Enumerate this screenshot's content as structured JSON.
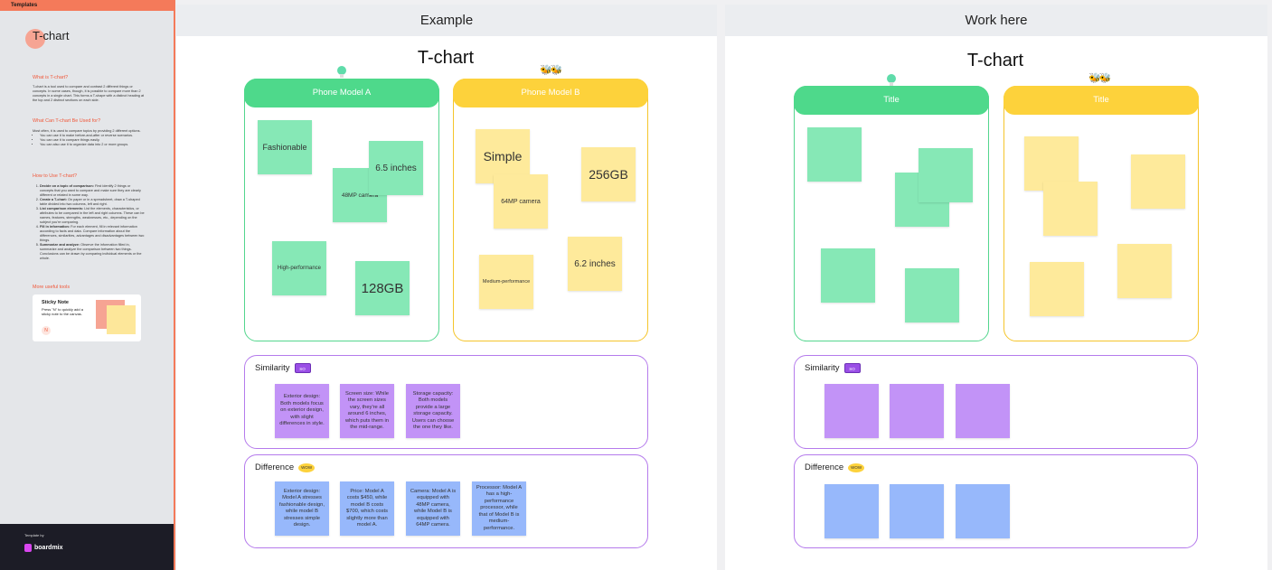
{
  "sidebar": {
    "top_label": "Templates",
    "title": "T-chart",
    "sections": [
      {
        "heading": "What is T-chart?",
        "text": "T-chart is a tool used to compare and contrast 2 different things or concepts. In some cases, though, it is possible to compare more than 2 concepts in a single chart. This forms a T-shape with a distinct heading at the top and 2 distinct sections on each side."
      },
      {
        "heading": "What Can T-chart Be Used for?",
        "intro": "Most often, it is used to compare topics by providing 2 different options.",
        "bullets": [
          "You can use it to make before-and-after or reverse scenarios.",
          "You can use it to compare things easily.",
          "You can also use it to organize data into 2 or more groups."
        ]
      },
      {
        "heading": "How to Use T-chart?",
        "steps": [
          {
            "bold": "Decide on a topic of comparison:",
            "text": " First identify 2 things or concepts that you want to compare and make sure they are clearly different or related in some way."
          },
          {
            "bold": "Create a T-chart:",
            "text": " On paper or in a spreadsheet, draw a T-shaped table divided into two columns, left and right."
          },
          {
            "bold": "List comparison elements:",
            "text": " List the elements, characteristics, or attributes to be compared in the left and right columns. These can be names, features, strengths, weaknesses, etc., depending on the subject you're comparing."
          },
          {
            "bold": "Fill in information:",
            "text": " For each element, fill in relevant information according to facts and data. Compare information about the differences, similarities, advantages and disadvantages between two things."
          },
          {
            "bold": "Summarize and analyze:",
            "text": " Observe the information filled in, summarize and analyze the comparison between two things. Conclusions can be drawn by comparing individual elements or the whole."
          }
        ]
      },
      {
        "heading": "More useful tools"
      }
    ],
    "tool_card": {
      "title": "Sticky Note",
      "text": "Press \"N\" to quickly add a sticky note to the canvas.",
      "key": "N"
    },
    "footer": {
      "by": "Template by",
      "brand": "boardmix"
    }
  },
  "example": {
    "header": "Example",
    "title": "T-chart",
    "left_col": {
      "title": "Phone Model A",
      "notes": [
        "Fashionable",
        "48MP camera",
        "6.5 inches",
        "High-performance",
        "128GB"
      ]
    },
    "right_col": {
      "title": "Phone Model B",
      "notes": [
        "Simple",
        "64MP camera",
        "256GB",
        "Medium-performance",
        "6.2 inches"
      ]
    },
    "similarity": {
      "label": "Similarity",
      "tag": "SO WHAT",
      "notes": [
        "Exterior design: Both models focus on exterior design, with slight differences in style.",
        "Screen size: While the screen sizes vary, they're all around 6 inches, which puts them in the mid-range.",
        "Storage capacity: Both models provide a large storage capacity. Users can choose the one they like."
      ]
    },
    "difference": {
      "label": "Difference",
      "tag": "WOW",
      "notes": [
        "Exterior design: Model A stresses fashionable design, while model B stresses simple design.",
        "Price: Model A costs $450, while model B costs $700, which costs slightly more than model A.",
        "Camera: Model A is equipped with 48MP camera, while Model B is equipped with 64MP camera.",
        "Processor: Model A has a high-performance processor, while that of Model B is medium-performance."
      ]
    }
  },
  "work": {
    "header": "Work here",
    "title": "T-chart",
    "left_col": {
      "title": "Title"
    },
    "right_col": {
      "title": "Title"
    },
    "similarity": {
      "label": "Similarity",
      "tag": "SO WHAT"
    },
    "difference": {
      "label": "Difference",
      "tag": "WOW"
    }
  },
  "colors": {
    "accent": "#f47a5a",
    "green": "#4ed98b",
    "yellow": "#fdd23b",
    "purple": "#b57bec",
    "blue": "#97b8fb"
  }
}
